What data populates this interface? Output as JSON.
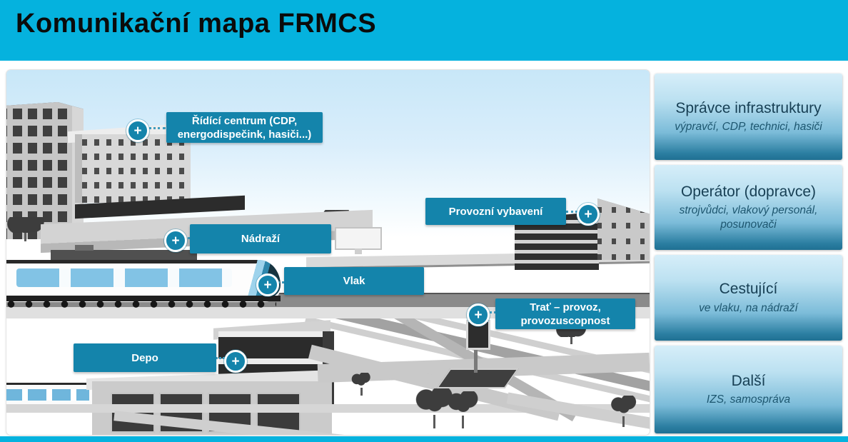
{
  "slide": {
    "title": "Komunikační mapa FRMCS"
  },
  "colors": {
    "banner_cyan": "#05b2de",
    "callout_teal": "#1484ab",
    "sidebar_gradient_top": "#d6eef9",
    "sidebar_gradient_bottom": "#1f7093",
    "sidebar_text": "#173f54"
  },
  "map": {
    "plus_symbol": "+",
    "callouts": [
      {
        "id": "ridici-centrum",
        "lines": [
          "Řídící centrum (CDP,",
          "energodispečink, hasiči...)"
        ]
      },
      {
        "id": "provozni-vybaveni",
        "lines": [
          "Provozní vybavení"
        ]
      },
      {
        "id": "nadrazi",
        "lines": [
          "Nádraží"
        ]
      },
      {
        "id": "vlak",
        "lines": [
          "Vlak"
        ]
      },
      {
        "id": "trat",
        "lines": [
          "Trať – provoz,",
          "provozuscopnost"
        ]
      },
      {
        "id": "depo",
        "lines": [
          "Depo"
        ]
      }
    ]
  },
  "sidebar": {
    "groups": [
      {
        "title": "Správce infrastruktury",
        "subtitle": "výpravčí, CDP, technici, hasiči"
      },
      {
        "title": "Operátor (dopravce)",
        "subtitle": "strojvůdci, vlakový personál, posunovači"
      },
      {
        "title": "Cestující",
        "subtitle": "ve vlaku, na nádraží"
      },
      {
        "title": "Další",
        "subtitle": "IZS, samospráva"
      }
    ]
  }
}
